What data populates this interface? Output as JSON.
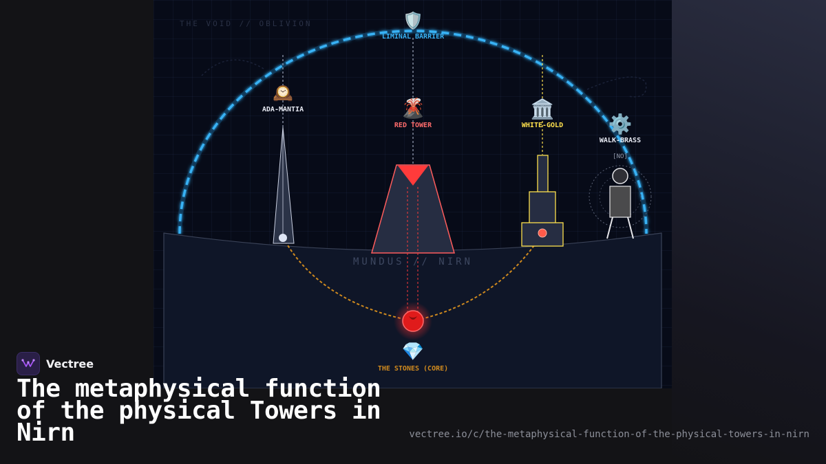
{
  "diagram": {
    "void_label": "THE VOID // OBLIVION",
    "barrier": {
      "label": "LIMINAL BARRIER",
      "icon": "shield-icon",
      "color": "#2f9fe0"
    },
    "mundus_label": "MUNDUS // NIRN",
    "towers": [
      {
        "label": "ADA-MANTIA",
        "icon": "clock-icon",
        "color": "#e6e9f2"
      },
      {
        "label": "RED TOWER",
        "icon": "volcano-icon",
        "color": "#ff6b6b"
      },
      {
        "label": "WHITE-GOLD",
        "icon": "classical-building-icon",
        "color": "#ffe14d"
      },
      {
        "label": "WALK-BRASS",
        "icon": "gear-icon",
        "color": "#e6e9f2",
        "status": "[NO]"
      }
    ],
    "core": {
      "label": "THE STONES (CORE)",
      "icon": "gem-icon",
      "color": "#d08a1e"
    }
  },
  "brand": {
    "name": "Vectree",
    "accent": "#a855f7"
  },
  "headline": "The metaphysical function of the physical Towers in Nirn",
  "url": "vectree.io/c/the-metaphysical-function-of-the-physical-towers-in-nirn"
}
